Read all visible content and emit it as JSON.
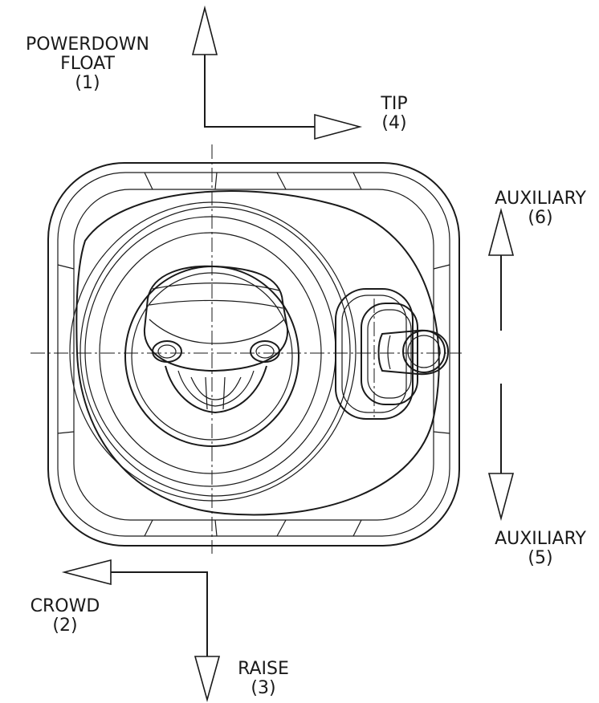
{
  "labels": {
    "powerdown_float": {
      "line1": "POWERDOWN",
      "line2": "FLOAT",
      "num": "(1)"
    },
    "crowd": {
      "line1": "CROWD",
      "num": "(2)"
    },
    "raise": {
      "line1": "RAISE",
      "num": "(3)"
    },
    "tip": {
      "line1": "TIP",
      "num": "(4)"
    },
    "auxiliary_5": {
      "line1": "AUXILIARY",
      "num": "(5)"
    },
    "auxiliary_6": {
      "line1": "AUXILIARY",
      "num": "(6)"
    }
  },
  "colors": {
    "line": "#1a1a1a",
    "background": "#ffffff"
  }
}
